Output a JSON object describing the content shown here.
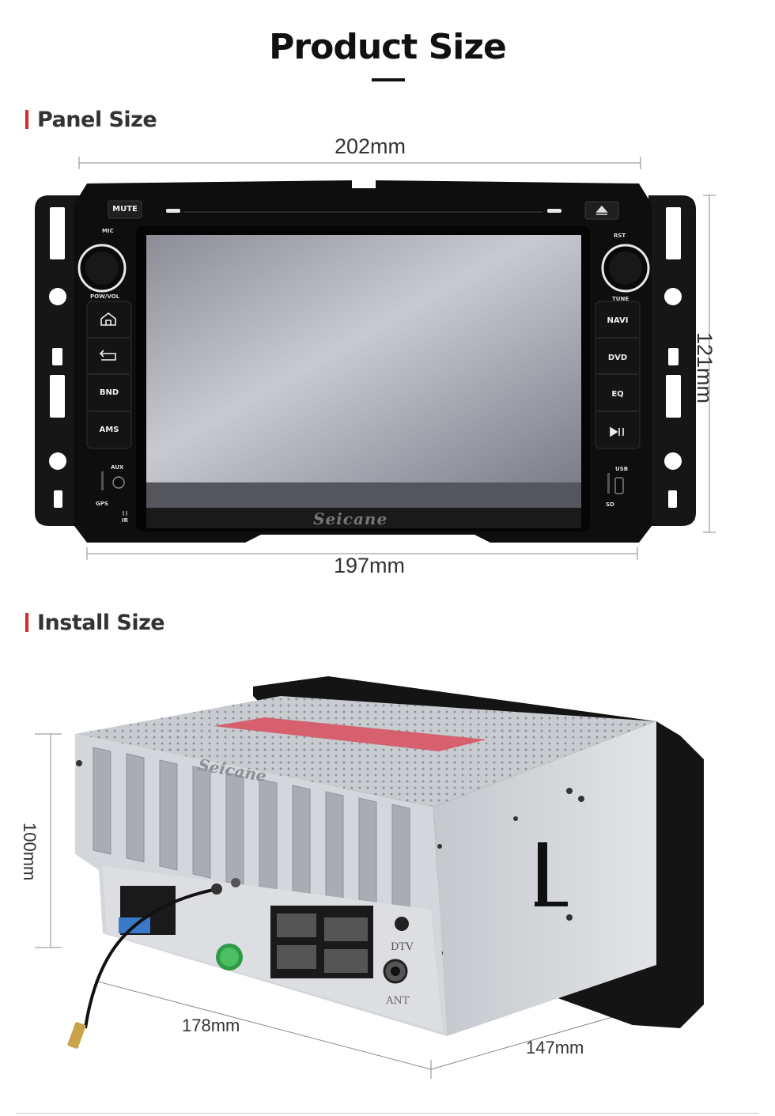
{
  "header": {
    "title": "Product Size"
  },
  "panel_section": {
    "label": "Panel Size",
    "width_top": "202mm",
    "width_bottom": "197mm",
    "height": "121mm"
  },
  "device_front": {
    "brand": "Seicane",
    "buttons_left": [
      "MUTE",
      "BND",
      "AMS"
    ],
    "buttons_right": [
      "NAVI",
      "DVD",
      "EQ"
    ],
    "labels": {
      "mic": "MIC",
      "pow_vol": "POW/VOL",
      "rst": "RST",
      "tune": "TUNE",
      "aux": "AUX",
      "gps": "GPS",
      "ir": "IR",
      "usb": "USB",
      "sd": "SD"
    }
  },
  "install_section": {
    "label": "Install Size",
    "height": "100mm",
    "depth": "178mm",
    "width": "147mm"
  },
  "device_back": {
    "brand": "Seicane",
    "port_dtv": "DTV",
    "port_ant": "ANT"
  },
  "colors": {
    "accent": "#d42b2b",
    "device": "#151515",
    "screen_light": "#c8c8d0",
    "chassis": "#c9ccd0"
  }
}
